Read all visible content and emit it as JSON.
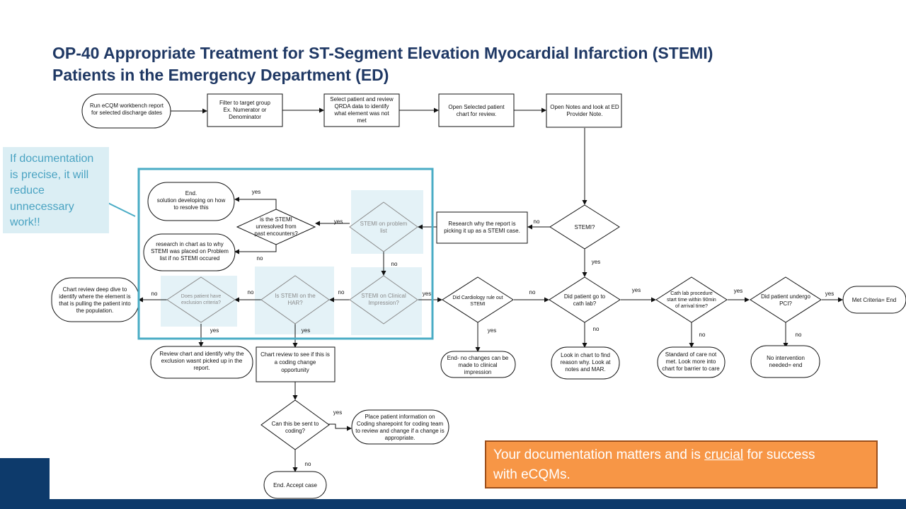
{
  "title": {
    "line1": "OP-40 Appropriate Treatment for ST-Segment Elevation Myocardial Infarction (STEMI)",
    "line2": "Patients in the Emergency Department (ED)"
  },
  "callout": {
    "lines": [
      "If documentation",
      "is precise, it will",
      "reduce",
      "unnecessary",
      "work!!"
    ]
  },
  "banner": {
    "pre": "Your documentation matters and is ",
    "emphasis": "crucial",
    "post": " for success",
    "line2": "with eCQMs."
  },
  "colors": {
    "title": "#1f3864",
    "highlight_box": "#4aacc5",
    "callout_bg": "#dbeef4",
    "banner_bg": "#f79646",
    "footer": "#0d3a6b"
  },
  "flow": {
    "run_report": [
      "Run eCQM workbench report",
      "for selected discharge dates"
    ],
    "filter": [
      "Filter to target group",
      "Ex. Numerator or",
      "Denominator"
    ],
    "select_patient": [
      "Select patient and review",
      "QRDA data to identify",
      "what element was not",
      "met"
    ],
    "open_chart": [
      "Open Selected patient",
      "chart for review."
    ],
    "open_notes": [
      "Open Notes and look at ED",
      "Provider Note."
    ],
    "stemi": [
      "STEMI?"
    ],
    "research_report": [
      "Research why the report is",
      "picking it up as a STEMI case."
    ],
    "stemi_problem_list": [
      "STEMI on problem",
      "list"
    ],
    "unresolved": [
      "is the STEMI",
      "unresolved from",
      "past encounters?"
    ],
    "end_solution": [
      "End.",
      "solution developing on how",
      "to resolve this"
    ],
    "research_chart": [
      "research in chart as to why",
      "STEMI was placed on Problem",
      "list if no STEMI occured"
    ],
    "stemi_clinical": [
      "STEMI on Clinical",
      "Impression?"
    ],
    "stemi_har": [
      "Is STEMI on the",
      "HAR?"
    ],
    "exclusion": [
      "Does patient have",
      "exclusion criteria?"
    ],
    "deep_dive": [
      "Chart review deep dive to",
      "identify where the element is",
      "that is pulling the patient into",
      "the population."
    ],
    "review_exclusion": [
      "Review chart and identify why the",
      "exclusion wasnt picked up in the",
      "report."
    ],
    "coding_change": [
      "Chart review to see if this is",
      "a coding change",
      "opportunity"
    ],
    "sent_coding": [
      "Can this be sent to",
      "coding?"
    ],
    "place_info": [
      "Place patient information on",
      "Coding sharepoint for coding team",
      "to review and change if a change is",
      "appropriate."
    ],
    "end_accept": [
      "End. Accept case"
    ],
    "cardiology": [
      "Did Cardiology rule out",
      "STEMI"
    ],
    "end_no_changes": [
      "End- no changes can be",
      "made to clinical",
      "impression"
    ],
    "cath_lab": [
      "Did patient go to",
      "cath lab?"
    ],
    "look_chart": [
      "Look in chart to find",
      "reason why. Look at",
      "notes and MAR."
    ],
    "cath_time": [
      "Cath lab procedure",
      "start time within 90min",
      "of arrival time?"
    ],
    "standard_care": [
      "Standard of care not",
      "met. Look more into",
      "chart for barrier to care"
    ],
    "pci": [
      "Did patient undergo",
      "PCI?"
    ],
    "no_intervention": [
      "No intervention",
      "needed= end"
    ],
    "met_criteria": [
      "Met Criteria= End"
    ]
  },
  "labels": {
    "yes": "yes",
    "no": "no",
    "yes_unresolved": "yes",
    "no_unresolved": "no",
    "yes_problem": "yes",
    "no_problem": "no",
    "no_stemi": "no",
    "yes_stemi": "yes",
    "yes_clinical": "yes",
    "no_clinical": "no",
    "no_har": "no",
    "yes_har": "yes",
    "no_exclusion": "no",
    "yes_exclusion": "yes",
    "yes_coding": "yes",
    "no_coding": "no",
    "no_cardiology": "no",
    "yes_cardiology": "yes",
    "yes_cath": "yes",
    "no_cath": "no",
    "yes_time": "yes",
    "no_time": "no",
    "yes_pci": "yes",
    "no_pci": "no"
  }
}
